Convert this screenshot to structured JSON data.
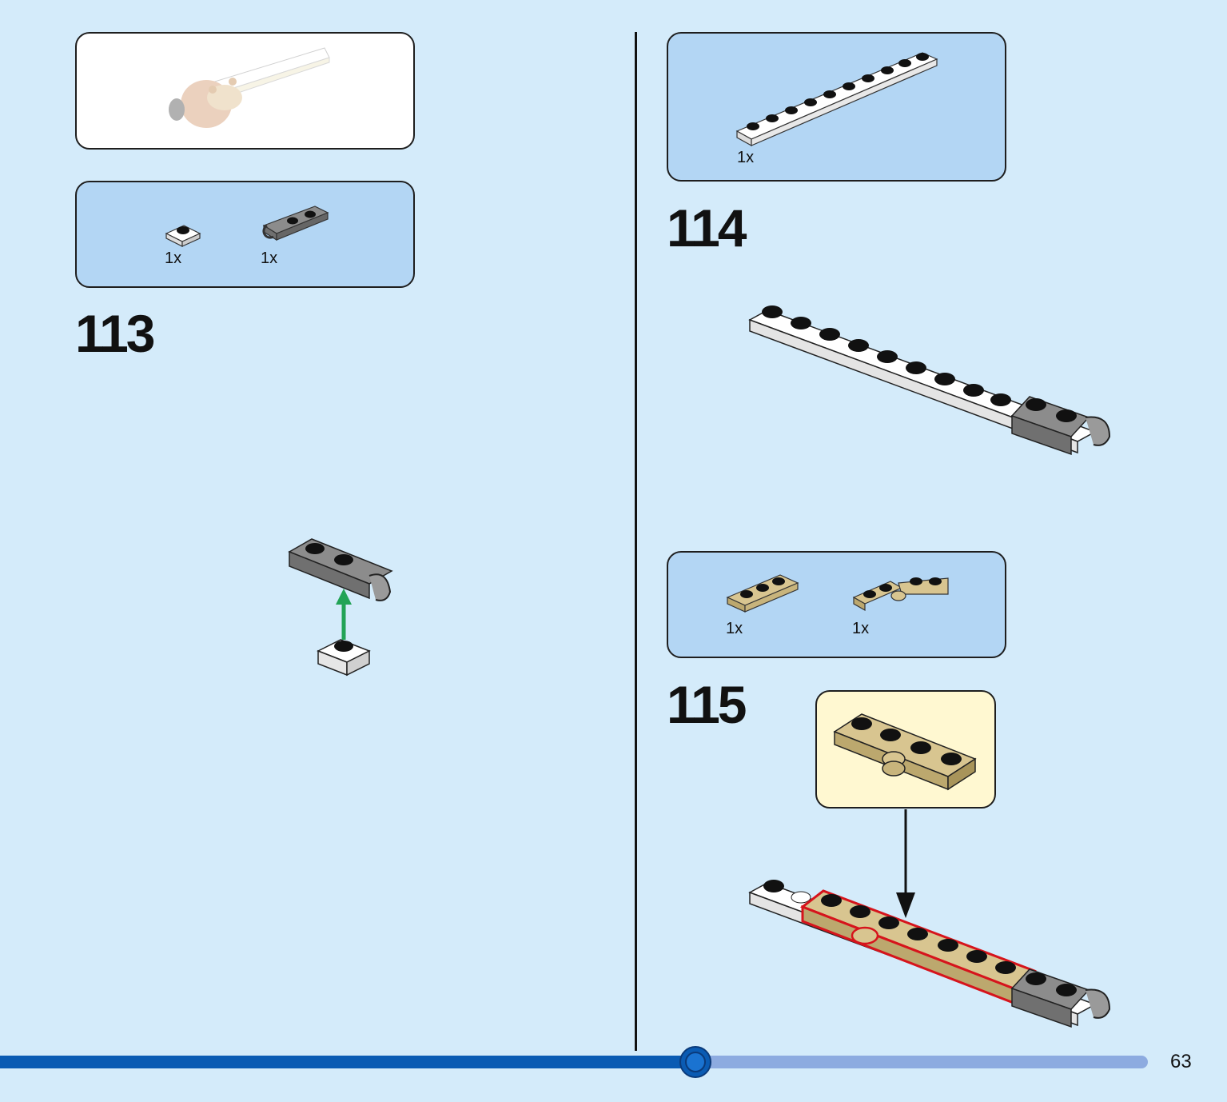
{
  "steps": [
    {
      "number": "113",
      "parts": [
        {
          "qty": "1x",
          "name": "plate 1x1 white"
        },
        {
          "qty": "1x",
          "name": "plate 1x2 with clip gray"
        }
      ]
    },
    {
      "number": "114",
      "parts": [
        {
          "qty": "1x",
          "name": "plate 1x10 white"
        }
      ]
    },
    {
      "number": "115",
      "parts": [
        {
          "qty": "1x",
          "name": "plate 1x3 tan"
        },
        {
          "qty": "1x",
          "name": "hinge plate tan"
        }
      ]
    }
  ],
  "page": {
    "number": "63",
    "progress": 0.606
  },
  "colors": {
    "background": "#d4ebfa",
    "parts_box": "#b3d6f4",
    "callout": "#fff8d1",
    "progress_fill": "#0a5bb3",
    "progress_track": "#8dabe0",
    "arrow_green": "#22a356",
    "highlight": "#d6141c",
    "tan": "#d8c590",
    "gray": "#8c8c8c"
  }
}
